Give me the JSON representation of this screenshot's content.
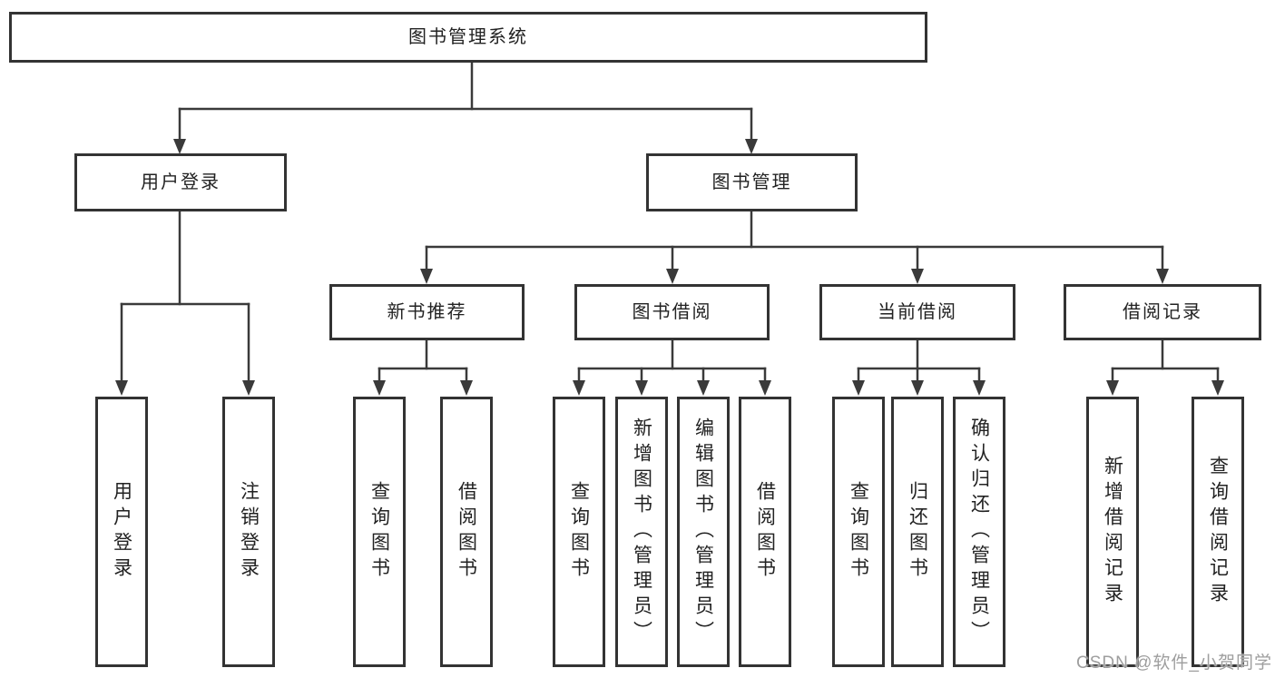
{
  "tree": {
    "label": "图书管理系统",
    "children": [
      {
        "label": "用户登录",
        "children": [
          {
            "label": "用户登录"
          },
          {
            "label": "注销登录"
          }
        ]
      },
      {
        "label": "图书管理",
        "children": [
          {
            "label": "新书推荐",
            "children": [
              {
                "label": "查询图书"
              },
              {
                "label": "借阅图书"
              }
            ]
          },
          {
            "label": "图书借阅",
            "children": [
              {
                "label": "查询图书"
              },
              {
                "label": "新增图书（管理员）"
              },
              {
                "label": "编辑图书（管理员）"
              },
              {
                "label": "借阅图书"
              }
            ]
          },
          {
            "label": "当前借阅",
            "children": [
              {
                "label": "查询图书"
              },
              {
                "label": "归还图书"
              },
              {
                "label": "确认归还（管理员）"
              }
            ]
          },
          {
            "label": "借阅记录",
            "children": [
              {
                "label": "新增借阅记录"
              },
              {
                "label": "查询借阅记录"
              }
            ]
          }
        ]
      }
    ]
  },
  "watermark": "CSDN @软件_小贺同学",
  "colors": {
    "line": "#3a3a3a",
    "box_border": "#333333",
    "text": "#222222",
    "watermark": "#9e9e9e",
    "background": "#ffffff"
  }
}
